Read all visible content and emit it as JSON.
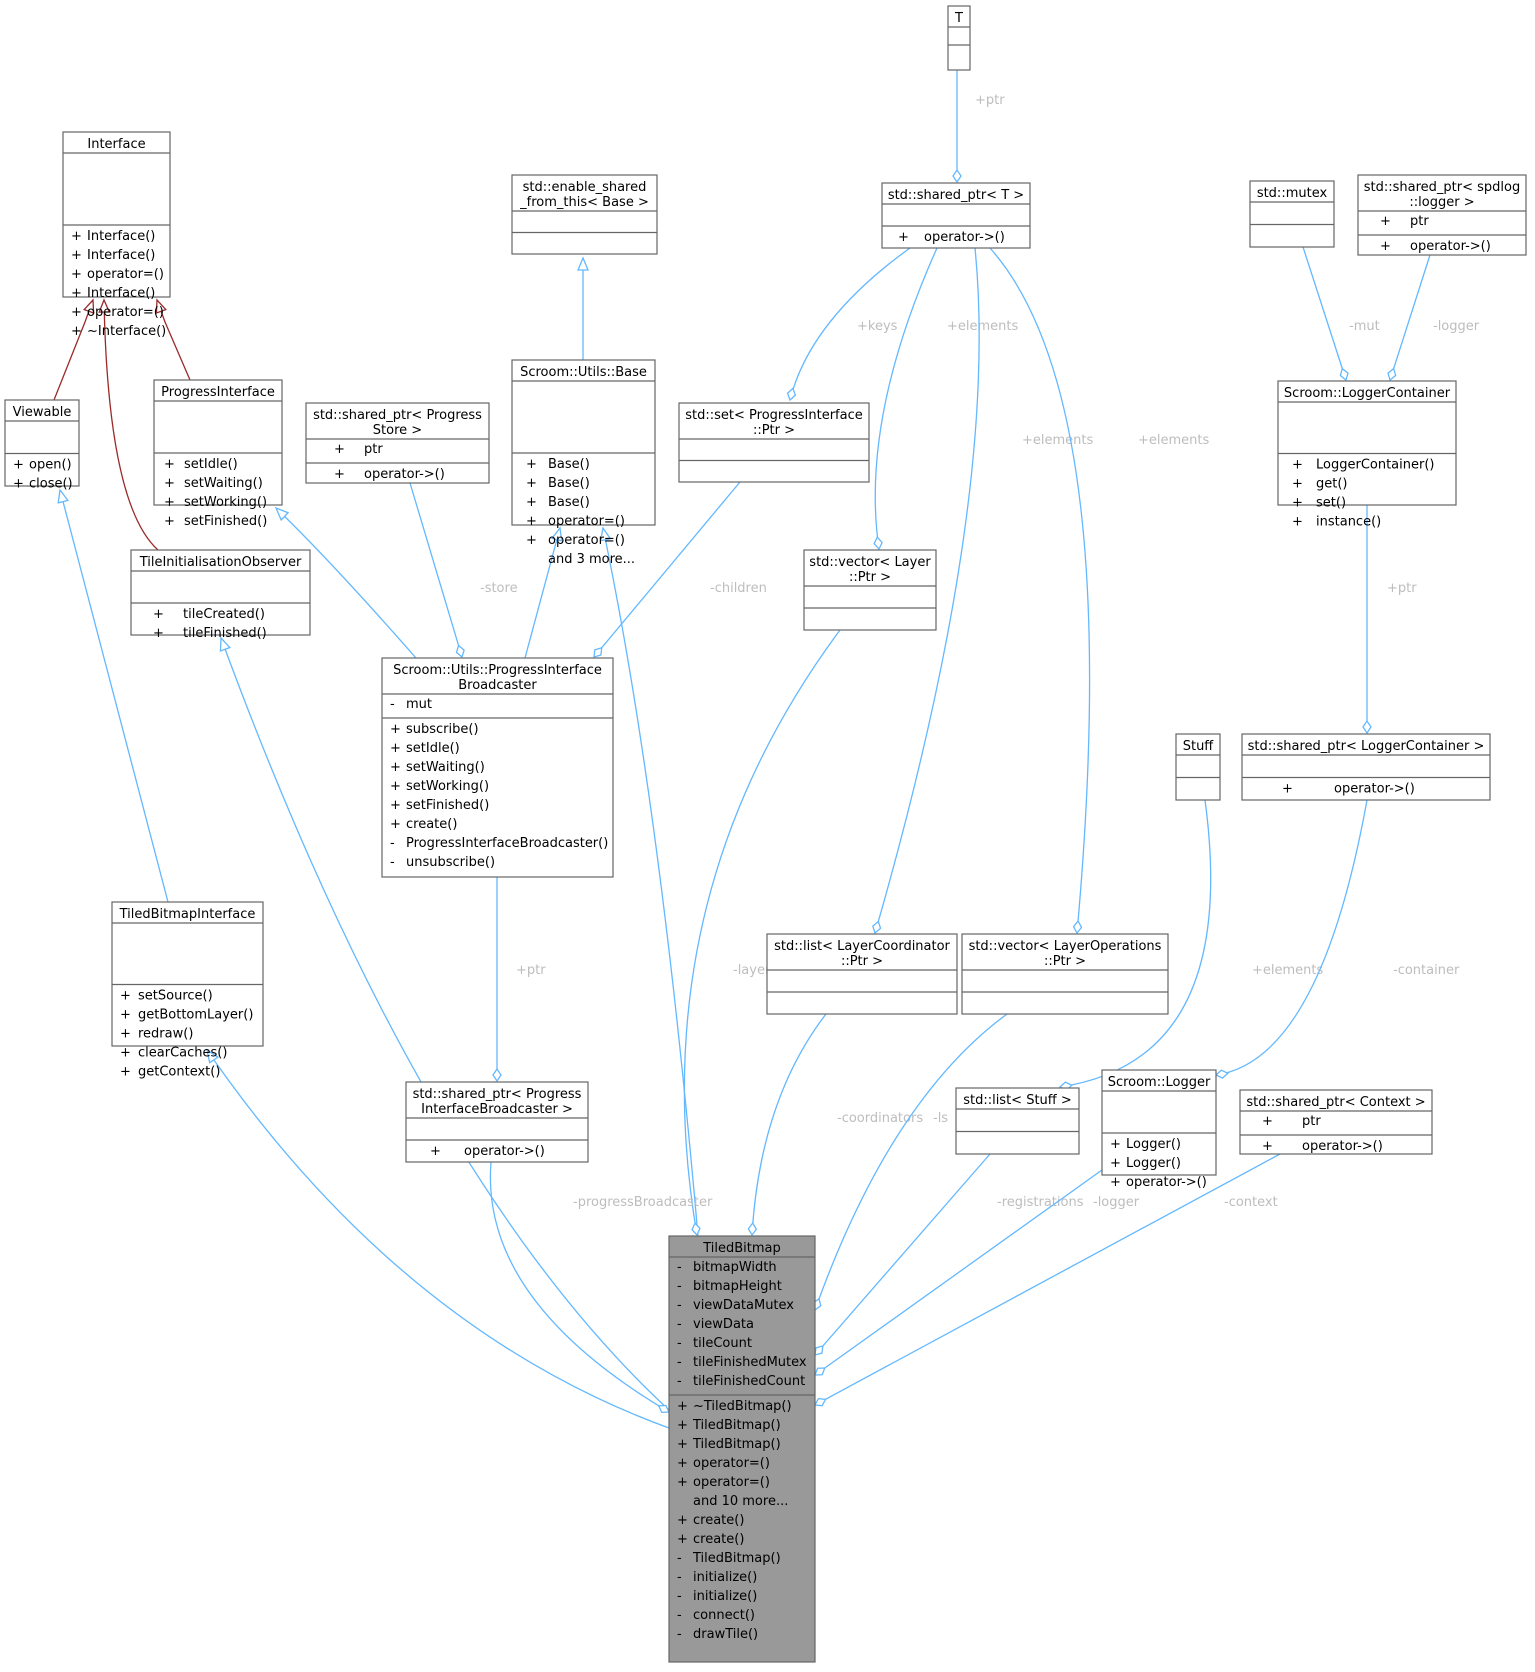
{
  "classes": [
    {
      "id": "T",
      "title": [
        "T"
      ],
      "attrs": [],
      "ops": []
    },
    {
      "id": "Interface",
      "title": [
        "Interface"
      ],
      "attrs": [],
      "ops": [
        [
          "+",
          "Interface()"
        ],
        [
          "+",
          "Interface()"
        ],
        [
          "+",
          "operator=()"
        ],
        [
          "+",
          "Interface()"
        ],
        [
          "+",
          "operator=()"
        ],
        [
          "+",
          "~Interface()"
        ]
      ]
    },
    {
      "id": "EnableShared",
      "title": [
        "std::enable_shared",
        "_from_this< Base >"
      ],
      "attrs": [],
      "ops": []
    },
    {
      "id": "SharedPtrT",
      "title": [
        "std::shared_ptr< T >"
      ],
      "attrs": [],
      "ops": [
        [
          "+",
          "operator->()"
        ]
      ]
    },
    {
      "id": "Mutex",
      "title": [
        "std::mutex"
      ],
      "attrs": [],
      "ops": []
    },
    {
      "id": "SharedPtrSpdlog",
      "title": [
        "std::shared_ptr< spdlog",
        "::logger >"
      ],
      "attrs": [
        [
          "+",
          "ptr"
        ]
      ],
      "ops": [
        [
          "+",
          "operator->()"
        ]
      ]
    },
    {
      "id": "Viewable",
      "title": [
        "Viewable"
      ],
      "attrs": [],
      "ops": [
        [
          "+",
          "open()"
        ],
        [
          "+",
          "close()"
        ]
      ]
    },
    {
      "id": "ProgressInterface",
      "title": [
        "ProgressInterface"
      ],
      "attrs": [],
      "ops": [
        [
          "+",
          "setIdle()"
        ],
        [
          "+",
          "setWaiting()"
        ],
        [
          "+",
          "setWorking()"
        ],
        [
          "+",
          "setFinished()"
        ]
      ]
    },
    {
      "id": "SharedPtrProgressStore",
      "title": [
        "std::shared_ptr< Progress",
        "Store >"
      ],
      "attrs": [
        [
          "+",
          "ptr"
        ]
      ],
      "ops": [
        [
          "+",
          "operator->()"
        ]
      ]
    },
    {
      "id": "UtilsBase",
      "title": [
        "Scroom::Utils::Base"
      ],
      "attrs": [],
      "ops": [
        [
          "+",
          "Base()"
        ],
        [
          "+",
          "Base()"
        ],
        [
          "+",
          "Base()"
        ],
        [
          "+",
          "operator=()"
        ],
        [
          "+",
          "operator=()"
        ],
        [
          "",
          "and 3 more..."
        ]
      ]
    },
    {
      "id": "SetProgressInterface",
      "title": [
        "std::set< ProgressInterface",
        "::Ptr >"
      ],
      "attrs": [],
      "ops": []
    },
    {
      "id": "LoggerContainer",
      "title": [
        "Scroom::LoggerContainer"
      ],
      "attrs": [],
      "ops": [
        [
          "+",
          "LoggerContainer()"
        ],
        [
          "+",
          "get()"
        ],
        [
          "+",
          "set()"
        ],
        [
          "+",
          "instance()"
        ]
      ]
    },
    {
      "id": "TileInitObserver",
      "title": [
        "TileInitialisationObserver"
      ],
      "attrs": [],
      "ops": [
        [
          "+",
          "tileCreated()"
        ],
        [
          "+",
          "tileFinished()"
        ]
      ]
    },
    {
      "id": "VectorLayer",
      "title": [
        "std::vector< Layer",
        "::Ptr >"
      ],
      "attrs": [],
      "ops": []
    },
    {
      "id": "PIBroadcaster",
      "title": [
        "Scroom::Utils::ProgressInterface",
        "Broadcaster"
      ],
      "attrs": [
        [
          "-",
          "mut"
        ]
      ],
      "ops": [
        [
          "+",
          "subscribe()"
        ],
        [
          "+",
          "setIdle()"
        ],
        [
          "+",
          "setWaiting()"
        ],
        [
          "+",
          "setWorking()"
        ],
        [
          "+",
          "setFinished()"
        ],
        [
          "+",
          "create()"
        ],
        [
          "-",
          "ProgressInterfaceBroadcaster()"
        ],
        [
          "-",
          "unsubscribe()"
        ]
      ]
    },
    {
      "id": "Stuff",
      "title": [
        "Stuff"
      ],
      "attrs": [],
      "ops": []
    },
    {
      "id": "SharedPtrLoggerContainer",
      "title": [
        "std::shared_ptr< LoggerContainer >"
      ],
      "attrs": [],
      "ops": [
        [
          "+",
          "operator->()"
        ]
      ]
    },
    {
      "id": "TiledBitmapInterface",
      "title": [
        "TiledBitmapInterface"
      ],
      "attrs": [],
      "ops": [
        [
          "+",
          "setSource()"
        ],
        [
          "+",
          "getBottomLayer()"
        ],
        [
          "+",
          "redraw()"
        ],
        [
          "+",
          "clearCaches()"
        ],
        [
          "+",
          "getContext()"
        ]
      ]
    },
    {
      "id": "ListLayerCoordinator",
      "title": [
        "std::list< LayerCoordinator",
        "::Ptr >"
      ],
      "attrs": [],
      "ops": []
    },
    {
      "id": "VectorLayerOperations",
      "title": [
        "std::vector< LayerOperations",
        "::Ptr >"
      ],
      "attrs": [],
      "ops": []
    },
    {
      "id": "SharedPtrPIB",
      "title": [
        "std::shared_ptr< Progress",
        "InterfaceBroadcaster >"
      ],
      "attrs": [],
      "ops": [
        [
          "+",
          "operator->()"
        ]
      ]
    },
    {
      "id": "ListStuff",
      "title": [
        "std::list< Stuff >"
      ],
      "attrs": [],
      "ops": []
    },
    {
      "id": "Logger",
      "title": [
        "Scroom::Logger"
      ],
      "attrs": [],
      "ops": [
        [
          "+",
          "Logger()"
        ],
        [
          "+",
          "Logger()"
        ],
        [
          "+",
          "operator->()"
        ]
      ]
    },
    {
      "id": "SharedPtrContext",
      "title": [
        "std::shared_ptr< Context >"
      ],
      "attrs": [
        [
          "+",
          "ptr"
        ]
      ],
      "ops": [
        [
          "+",
          "operator->()"
        ]
      ]
    },
    {
      "id": "TiledBitmap",
      "title": [
        "TiledBitmap"
      ],
      "attrs": [
        [
          "-",
          "bitmapWidth"
        ],
        [
          "-",
          "bitmapHeight"
        ],
        [
          "-",
          "viewDataMutex"
        ],
        [
          "-",
          "viewData"
        ],
        [
          "-",
          "tileCount"
        ],
        [
          "-",
          "tileFinishedMutex"
        ],
        [
          "-",
          "tileFinishedCount"
        ]
      ],
      "ops": [
        [
          "+",
          "~TiledBitmap()"
        ],
        [
          "+",
          "TiledBitmap()"
        ],
        [
          "+",
          "TiledBitmap()"
        ],
        [
          "+",
          "operator=()"
        ],
        [
          "+",
          "operator=()"
        ],
        [
          "",
          "and 10 more..."
        ],
        [
          "+",
          "create()"
        ],
        [
          "+",
          "create()"
        ],
        [
          "-",
          "TiledBitmap()"
        ],
        [
          "-",
          "initialize()"
        ],
        [
          "-",
          "initialize()"
        ],
        [
          "-",
          "connect()"
        ],
        [
          "-",
          "drawTile()"
        ]
      ],
      "highlight": true
    }
  ],
  "relations": [
    {
      "id": "r1",
      "kind": "inheritance",
      "from": "Viewable",
      "to": "Interface",
      "color": "#9a2a2a"
    },
    {
      "id": "r2",
      "kind": "inheritance",
      "from": "TileInitObserver",
      "to": "Interface",
      "color": "#9a2a2a"
    },
    {
      "id": "r3",
      "kind": "inheritance",
      "from": "ProgressInterface",
      "to": "Interface",
      "color": "#9a2a2a"
    },
    {
      "id": "r4",
      "kind": "inheritance",
      "from": "UtilsBase",
      "to": "EnableShared",
      "color": "#63b8ff"
    },
    {
      "id": "r5",
      "kind": "inheritance",
      "from": "TiledBitmapInterface",
      "to": "Viewable",
      "color": "#63b8ff"
    },
    {
      "id": "r6",
      "kind": "inheritance",
      "from": "PIBroadcaster",
      "to": "ProgressInterface",
      "color": "#63b8ff"
    },
    {
      "id": "r7",
      "kind": "inheritance",
      "from": "PIBroadcaster",
      "to": "UtilsBase",
      "color": "#63b8ff"
    },
    {
      "id": "r8",
      "kind": "inheritance",
      "from": "TiledBitmap",
      "to": "UtilsBase",
      "color": "#63b8ff"
    },
    {
      "id": "r9",
      "kind": "inheritance",
      "from": "TiledBitmap",
      "to": "TileInitObserver",
      "color": "#63b8ff"
    },
    {
      "id": "r10",
      "kind": "inheritance",
      "from": "TiledBitmap",
      "to": "TiledBitmapInterface",
      "color": "#63b8ff"
    },
    {
      "id": "r11",
      "kind": "aggregation",
      "from": "T",
      "to": "SharedPtrT",
      "label": "+ptr"
    },
    {
      "id": "r12",
      "kind": "aggregation",
      "from": "SharedPtrT",
      "to": "SetProgressInterface",
      "label": "+keys"
    },
    {
      "id": "r13",
      "kind": "aggregation",
      "from": "SharedPtrT",
      "to": "VectorLayer",
      "label": "+elements"
    },
    {
      "id": "r14",
      "kind": "aggregation",
      "from": "SharedPtrT",
      "to": "ListLayerCoordinator",
      "label": "+elements"
    },
    {
      "id": "r15",
      "kind": "aggregation",
      "from": "SharedPtrT",
      "to": "VectorLayerOperations",
      "label": "+elements"
    },
    {
      "id": "r16",
      "kind": "aggregation",
      "from": "Mutex",
      "to": "LoggerContainer",
      "label": "-mut"
    },
    {
      "id": "r17",
      "kind": "aggregation",
      "from": "SharedPtrSpdlog",
      "to": "LoggerContainer",
      "label": "-logger"
    },
    {
      "id": "r18",
      "kind": "aggregation",
      "from": "LoggerContainer",
      "to": "SharedPtrLoggerContainer",
      "label": "+ptr"
    },
    {
      "id": "r19",
      "kind": "aggregation",
      "from": "SharedPtrProgressStore",
      "to": "PIBroadcaster",
      "label": "-store"
    },
    {
      "id": "r20",
      "kind": "aggregation",
      "from": "SetProgressInterface",
      "to": "PIBroadcaster",
      "label": "-children"
    },
    {
      "id": "r21",
      "kind": "aggregation",
      "from": "PIBroadcaster",
      "to": "SharedPtrPIB",
      "label": "+ptr"
    },
    {
      "id": "r22",
      "kind": "aggregation",
      "from": "Stuff",
      "to": "ListStuff",
      "label": "+elements"
    },
    {
      "id": "r23",
      "kind": "aggregation",
      "from": "SharedPtrLoggerContainer",
      "to": "Logger",
      "label": "-container"
    },
    {
      "id": "r24",
      "kind": "aggregation",
      "from": "VectorLayer",
      "to": "TiledBitmap",
      "label": "-layers"
    },
    {
      "id": "r25",
      "kind": "aggregation",
      "from": "ListLayerCoordinator",
      "to": "TiledBitmap",
      "label": "-coordinators"
    },
    {
      "id": "r26",
      "kind": "aggregation",
      "from": "VectorLayerOperations",
      "to": "TiledBitmap",
      "label": "-ls"
    },
    {
      "id": "r27",
      "kind": "aggregation",
      "from": "SharedPtrPIB",
      "to": "TiledBitmap",
      "label": "-progressBroadcaster"
    },
    {
      "id": "r28",
      "kind": "aggregation",
      "from": "ListStuff",
      "to": "TiledBitmap",
      "label": "-registrations"
    },
    {
      "id": "r29",
      "kind": "aggregation",
      "from": "Logger",
      "to": "TiledBitmap",
      "label": "-logger"
    },
    {
      "id": "r30",
      "kind": "aggregation",
      "from": "SharedPtrContext",
      "to": "TiledBitmap",
      "label": "-context"
    }
  ]
}
